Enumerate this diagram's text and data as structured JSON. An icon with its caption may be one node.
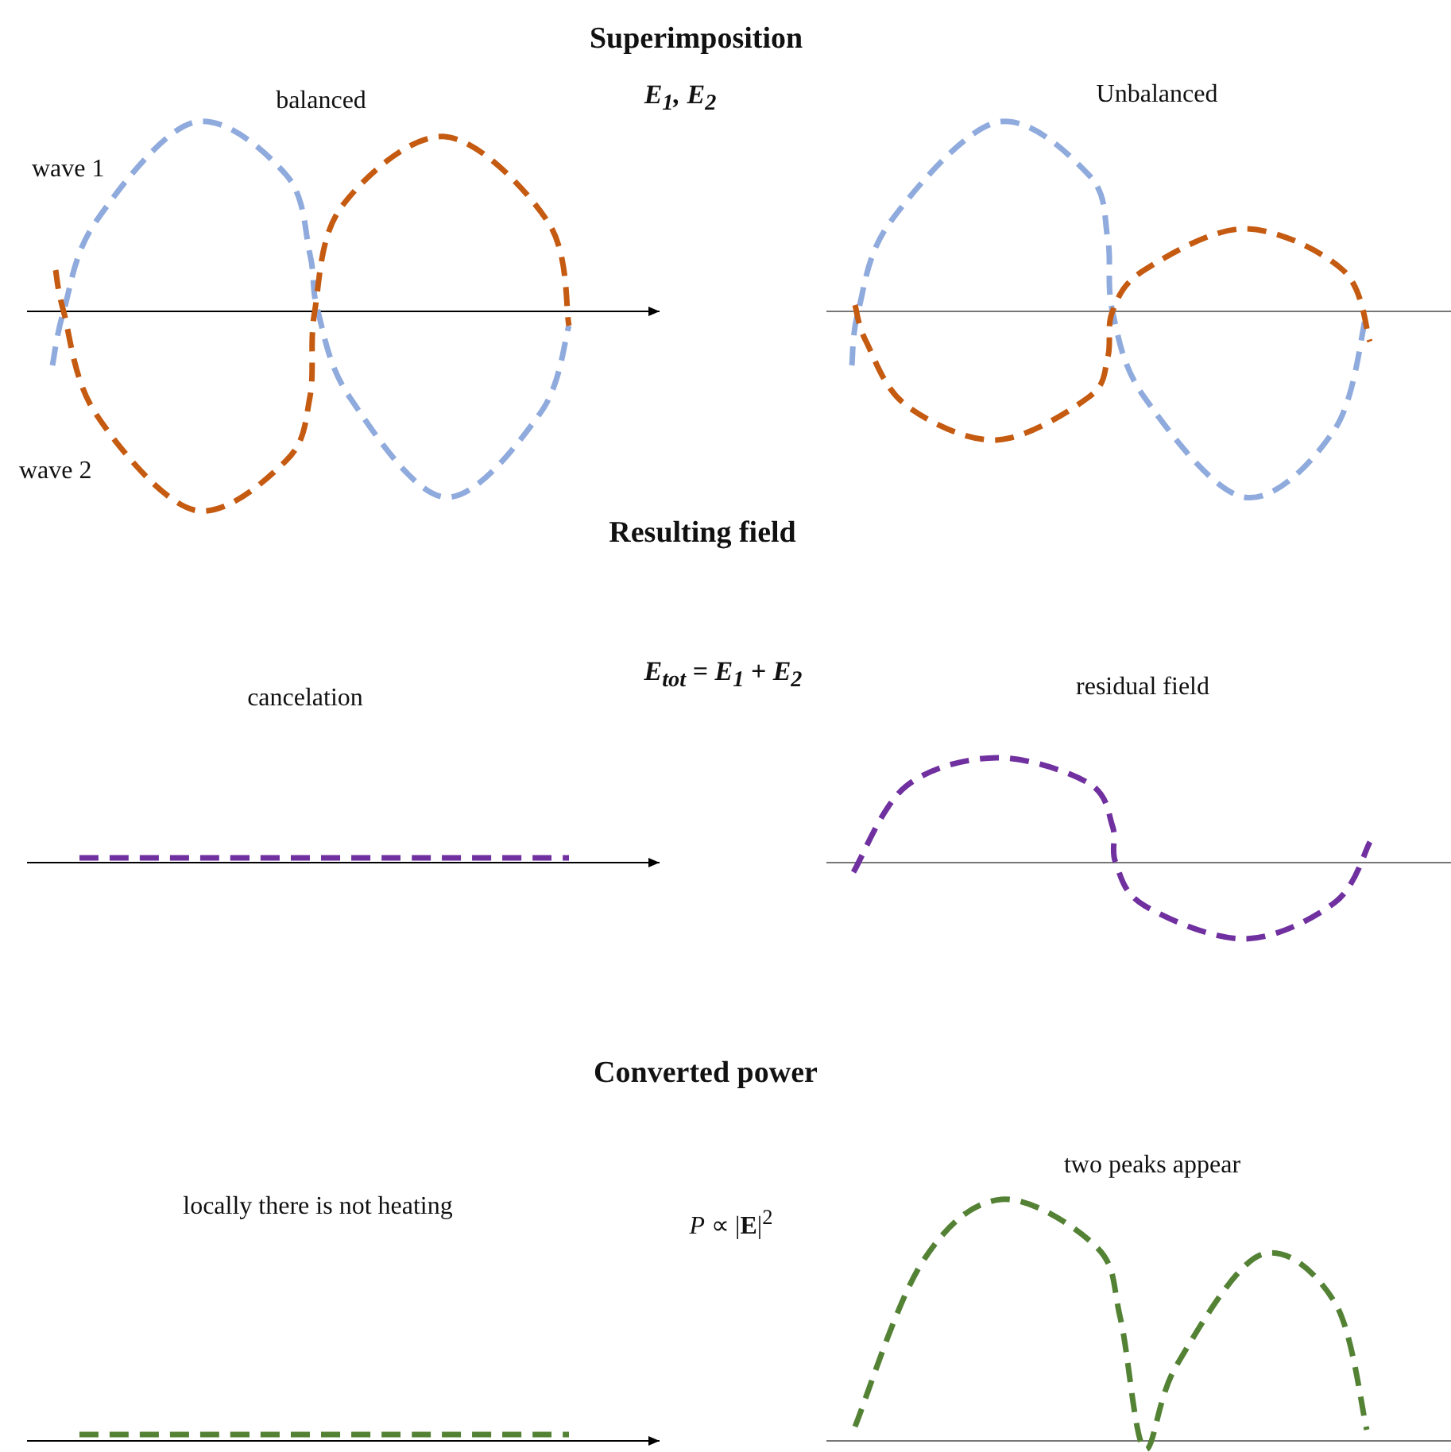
{
  "diagram": {
    "title": "Superimposition",
    "labels": [
      "balanced",
      "E$_{1}$, E$_{2}$",
      "Unbalanced",
      "wave 1",
      "wave 2",
      "Resulting field",
      "E$_{tot}$ = E$_{1}$ + E$_{2}$",
      "cancelation",
      "residual field",
      "Converted power",
      "locally there is not heating",
      "*P* ∝ |**E**|$^{2}$",
      "two peaks appear"
    ]
  }
}
